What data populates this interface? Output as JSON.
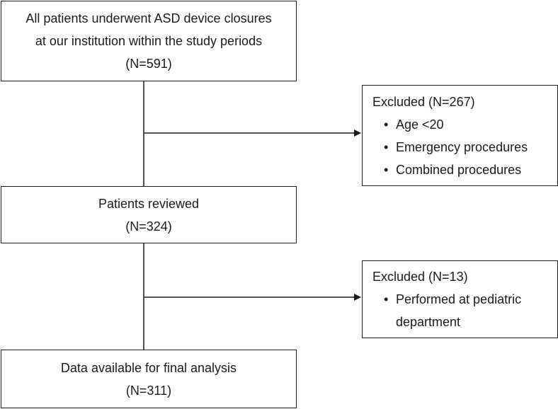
{
  "flow": {
    "step1": {
      "line1": "All patients underwent ASD device closures",
      "line2": "at our institution within the study periods",
      "count": "(N=591)"
    },
    "exclusion1": {
      "heading": "Excluded (N=267)",
      "items": [
        "Age <20",
        "Emergency procedures",
        "Combined procedures"
      ]
    },
    "step2": {
      "line1": "Patients reviewed",
      "count": "(N=324)"
    },
    "exclusion2": {
      "heading": "Excluded (N=13)",
      "item_line1": "Performed at pediatric",
      "item_line2": "department"
    },
    "step3": {
      "line1": "Data available for final analysis",
      "count": "(N=311)"
    }
  },
  "bullet_char": "•"
}
